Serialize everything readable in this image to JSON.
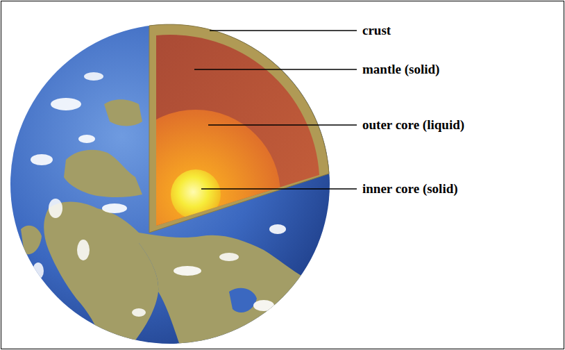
{
  "diagram": {
    "labels": [
      "crust",
      "mantle (solid)",
      "outer core (liquid)",
      "inner core (solid)"
    ]
  }
}
